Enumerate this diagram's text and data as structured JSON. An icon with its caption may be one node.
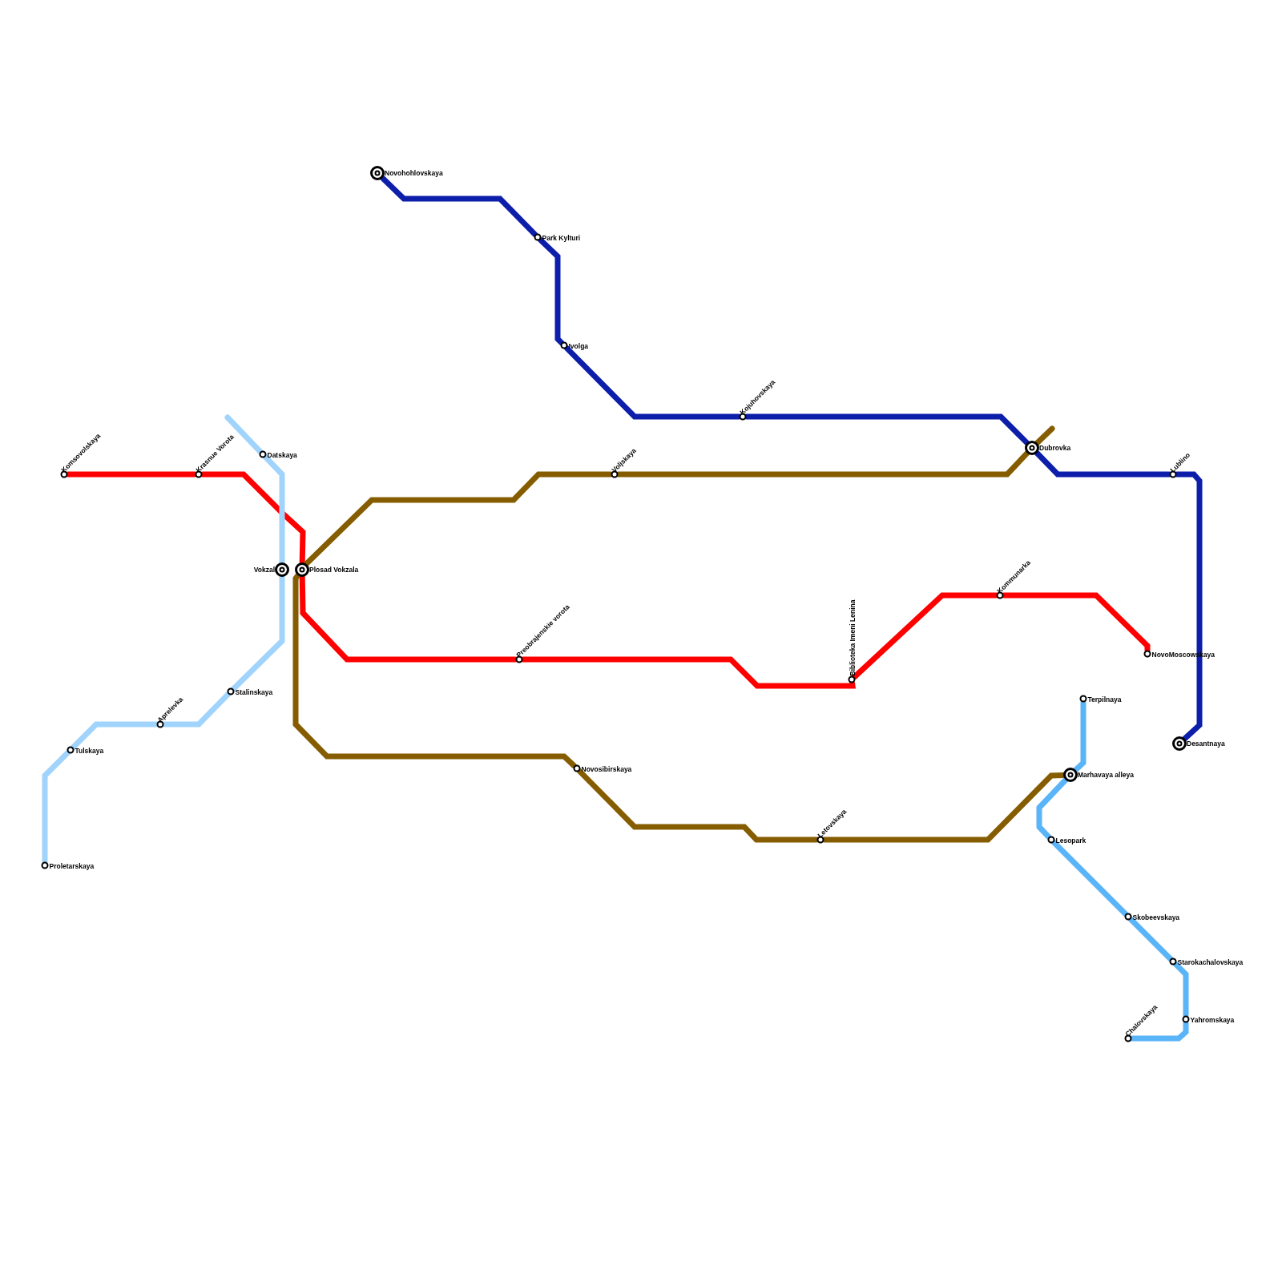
{
  "diagram": {
    "nodes": [
      {
        "text": [
          "Komsovolskaya"
        ]
      },
      {
        "text": [
          "Krasnue Vorota"
        ]
      },
      {
        "text": [
          "Plosad Vokzala"
        ]
      },
      {
        "text": [
          "Preobrajenskie vorota"
        ]
      },
      {
        "text": [
          "Biblioteka Imeni Lenina"
        ]
      },
      {
        "text": [
          "Kommunarka"
        ]
      },
      {
        "text": [
          "NovoMoscowskaya"
        ]
      },
      {
        "text": [
          "Novohohlovskaya"
        ]
      },
      {
        "text": [
          "Park Kylturi"
        ]
      },
      {
        "text": [
          "Ivolga"
        ]
      },
      {
        "text": [
          "Kojuhovskaya"
        ]
      },
      {
        "text": [
          "Dubrovka"
        ]
      },
      {
        "text": [
          "Lublino"
        ]
      },
      {
        "text": [
          "Desantnaya"
        ]
      },
      {
        "text": [
          "Datskaya"
        ]
      },
      {
        "text": [
          "Vokzal"
        ]
      },
      {
        "text": [
          "Stalinskaya"
        ]
      },
      {
        "text": [
          "Aprelevka"
        ]
      },
      {
        "text": [
          "Tulskaya"
        ]
      },
      {
        "text": [
          "Proletarskaya"
        ]
      },
      {
        "text": [
          "Voljskaya"
        ]
      },
      {
        "text": [
          "Novosibirskaya"
        ]
      },
      {
        "text": [
          "Letovskaya"
        ]
      },
      {
        "text": [
          "Marhavaya alleya"
        ]
      },
      {
        "text": [
          "Terpilnaya"
        ]
      },
      {
        "text": [
          "Lesopark"
        ]
      },
      {
        "text": [
          "Skobeevskaya"
        ]
      },
      {
        "text": [
          "Starokachalovskaya"
        ]
      },
      {
        "text": [
          "Yahromskaya"
        ]
      },
      {
        "text": [
          "Chalovskaya"
        ]
      }
    ],
    "edges": [
      {
        "from": 0,
        "to": 1,
        "arrow": "none",
        "color": "#ff0000"
      },
      {
        "from": 1,
        "to": 2,
        "arrow": "none",
        "color": "#ff0000"
      },
      {
        "from": 2,
        "to": 3,
        "arrow": "none",
        "color": "#ff0000"
      },
      {
        "from": 3,
        "to": 4,
        "arrow": "none",
        "color": "#ff0000"
      },
      {
        "from": 4,
        "to": 5,
        "arrow": "none",
        "color": "#ff0000"
      },
      {
        "from": 5,
        "to": 6,
        "arrow": "none",
        "color": "#ff0000"
      },
      {
        "from": 7,
        "to": 8,
        "arrow": "none",
        "color": "#0c1eaa"
      },
      {
        "from": 8,
        "to": 9,
        "arrow": "none",
        "color": "#0c1eaa"
      },
      {
        "from": 9,
        "to": 10,
        "arrow": "none",
        "color": "#0c1eaa"
      },
      {
        "from": 10,
        "to": 11,
        "arrow": "none",
        "color": "#0c1eaa"
      },
      {
        "from": 11,
        "to": 12,
        "arrow": "none",
        "color": "#0c1eaa"
      },
      {
        "from": 12,
        "to": 13,
        "arrow": "none",
        "color": "#0c1eaa"
      },
      {
        "from": null,
        "to": 14,
        "arrow": "none",
        "color": "#a0d4fc"
      },
      {
        "from": 14,
        "to": 15,
        "arrow": "none",
        "color": "#a0d4fc"
      },
      {
        "from": 15,
        "to": 16,
        "arrow": "none",
        "color": "#a0d4fc"
      },
      {
        "from": 16,
        "to": 17,
        "arrow": "none",
        "color": "#a0d4fc"
      },
      {
        "from": 17,
        "to": 18,
        "arrow": "none",
        "color": "#a0d4fc"
      },
      {
        "from": 18,
        "to": 19,
        "arrow": "none",
        "color": "#a0d4fc"
      },
      {
        "from": null,
        "to": 11,
        "arrow": "none",
        "color": "#855d00"
      },
      {
        "from": 11,
        "to": 20,
        "arrow": "none",
        "color": "#855d00"
      },
      {
        "from": 20,
        "to": 2,
        "arrow": "none",
        "color": "#855d00"
      },
      {
        "from": 2,
        "to": 21,
        "arrow": "none",
        "color": "#855d00"
      },
      {
        "from": 21,
        "to": 22,
        "arrow": "none",
        "color": "#855d00"
      },
      {
        "from": 22,
        "to": 23,
        "arrow": "none",
        "color": "#855d00"
      },
      {
        "from": 24,
        "to": 23,
        "arrow": "none",
        "color": "#5ab4f8"
      },
      {
        "from": 23,
        "to": 25,
        "arrow": "none",
        "color": "#5ab4f8"
      },
      {
        "from": 25,
        "to": 26,
        "arrow": "none",
        "color": "#5ab4f8"
      },
      {
        "from": 26,
        "to": 27,
        "arrow": "none",
        "color": "#5ab4f8"
      },
      {
        "from": 27,
        "to": 28,
        "arrow": "none",
        "color": "#5ab4f8"
      },
      {
        "from": 28,
        "to": 29,
        "arrow": "none",
        "color": "#5ab4f8"
      }
    ]
  }
}
